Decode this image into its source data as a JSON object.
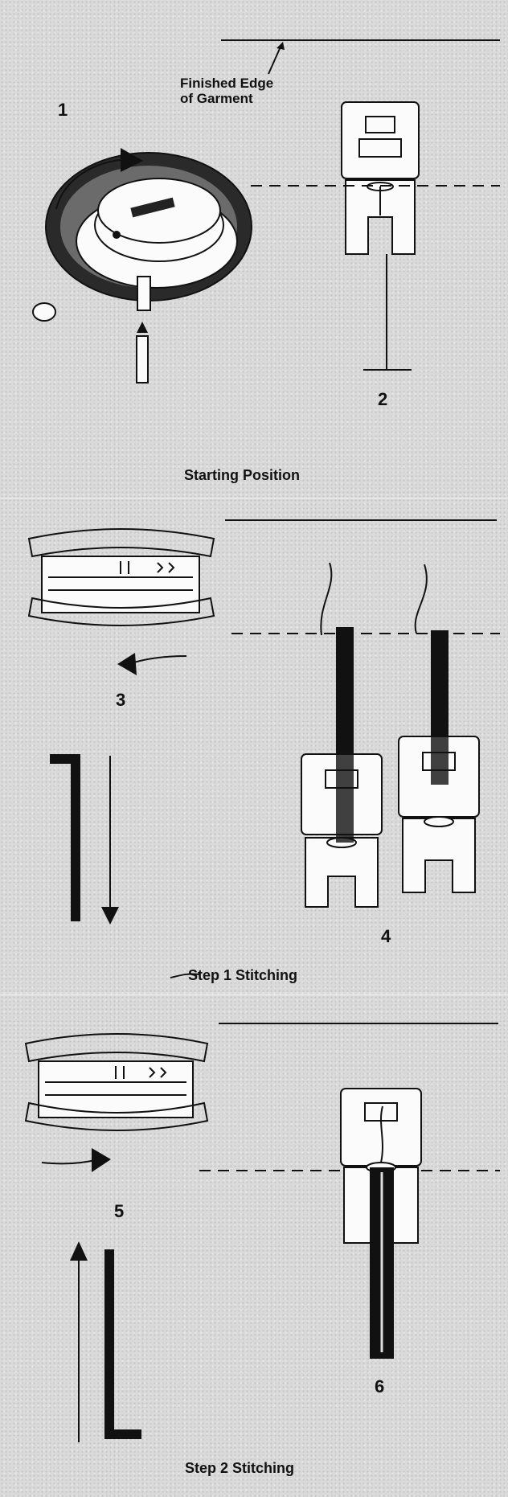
{
  "figures": {
    "fig1": "1",
    "fig2": "2",
    "fig3": "3",
    "fig4": "4",
    "fig5": "5",
    "fig6": "6"
  },
  "labels": {
    "finished_edge_line1": "Finished Edge",
    "finished_edge_line2": "of Garment"
  },
  "captions": {
    "starting_position": "Starting Position",
    "step1": "Step 1 Stitching",
    "step2": "Step 2 Stitching"
  },
  "colors": {
    "background": "#dadada",
    "ink": "#111111",
    "paper": "#fbfbfb"
  },
  "icons": [
    "bobbin-case-icon",
    "presser-foot-icon",
    "stitch-dial-icon",
    "direction-arrow-icon"
  ]
}
